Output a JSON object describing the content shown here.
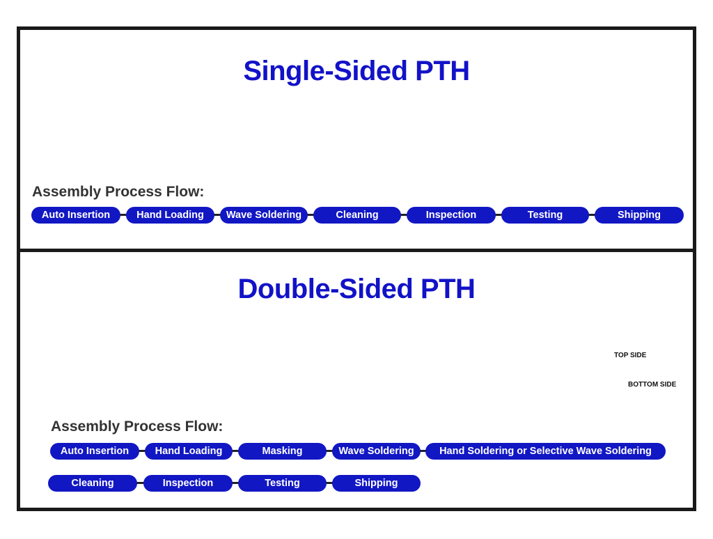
{
  "single": {
    "title": "Single-Sided PTH",
    "flow_label": "Assembly Process Flow:",
    "steps": [
      "Auto Insertion",
      "Hand Loading",
      "Wave Soldering",
      "Cleaning",
      "Inspection",
      "Testing",
      "Shipping"
    ]
  },
  "double": {
    "title": "Double-Sided PTH",
    "flow_label": "Assembly Process Flow:",
    "top_side_label": "TOP SIDE",
    "bottom_side_label": "BOTTOM SIDE",
    "steps_row1": [
      "Auto Insertion",
      "Hand Loading",
      "Masking",
      "Wave Soldering",
      "Hand Soldering or Selective Wave Soldering"
    ],
    "steps_row2": [
      "Cleaning",
      "Inspection",
      "Testing",
      "Shipping"
    ]
  },
  "colors": {
    "accent": "#1212c8",
    "pill": "#1217c4",
    "board": "#8ec63f",
    "capacitor": "#d40000",
    "resistor": "#1e6fe0",
    "chip": "#2a2a2a"
  }
}
